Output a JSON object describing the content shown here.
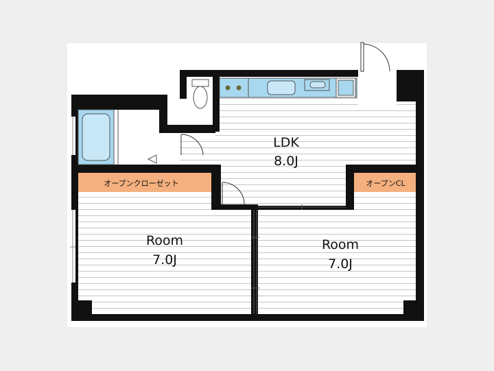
{
  "rooms": {
    "ldk": {
      "name": "LDK",
      "size": "8.0J"
    },
    "room_left": {
      "name": "Room",
      "size": "7.0J"
    },
    "room_right": {
      "name": "Room",
      "size": "7.0J"
    }
  },
  "closets": {
    "left": "オープンクローゼット",
    "right": "オープンCL"
  },
  "colors": {
    "wall": "#111111",
    "floor_line": "#c4c4c4",
    "closet": "#f4b07e",
    "fixture": "#a8d8f0",
    "paper": "#ffffff",
    "background": "#efefef"
  }
}
